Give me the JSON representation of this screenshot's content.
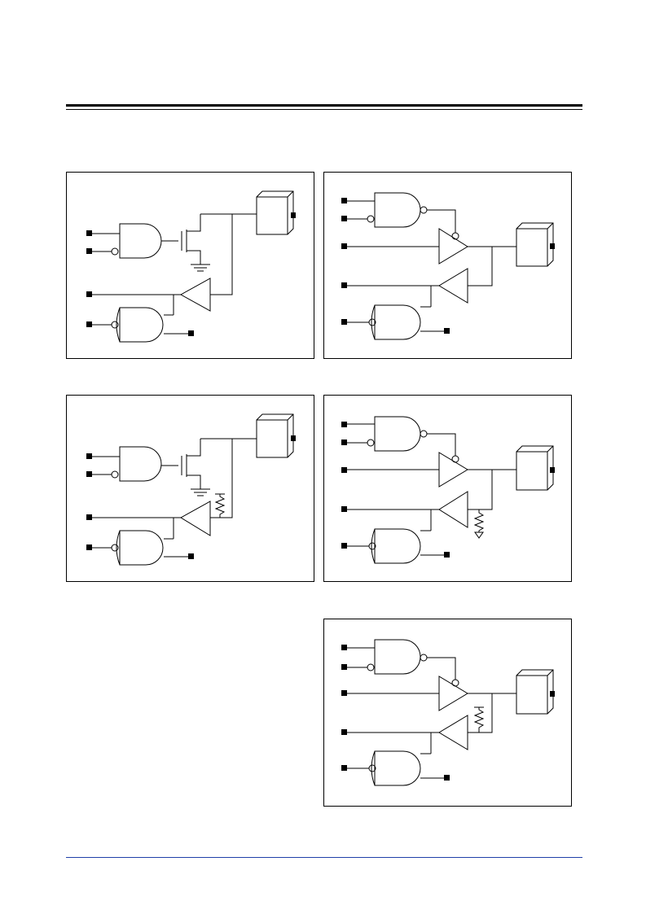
{
  "page": {
    "header_rule_color": "#000000",
    "footer_rule_color": "#1f3fa8"
  },
  "diagrams": [
    {
      "id": "a",
      "variant": "open-drain",
      "pull": "none"
    },
    {
      "id": "b",
      "variant": "push-pull",
      "pull": "none"
    },
    {
      "id": "c",
      "variant": "open-drain",
      "pull": "pull-up"
    },
    {
      "id": "d",
      "variant": "push-pull",
      "pull": "pull-down"
    },
    {
      "id": "e",
      "variant": "push-pull",
      "pull": "pull-up"
    }
  ],
  "icons": {
    "pad": "pad-box-icon",
    "and_gate": "and-gate-icon",
    "buffer": "buffer-triangle-icon",
    "transistor": "nmos-transistor-icon",
    "ground": "ground-icon",
    "resistor": "resistor-icon"
  }
}
